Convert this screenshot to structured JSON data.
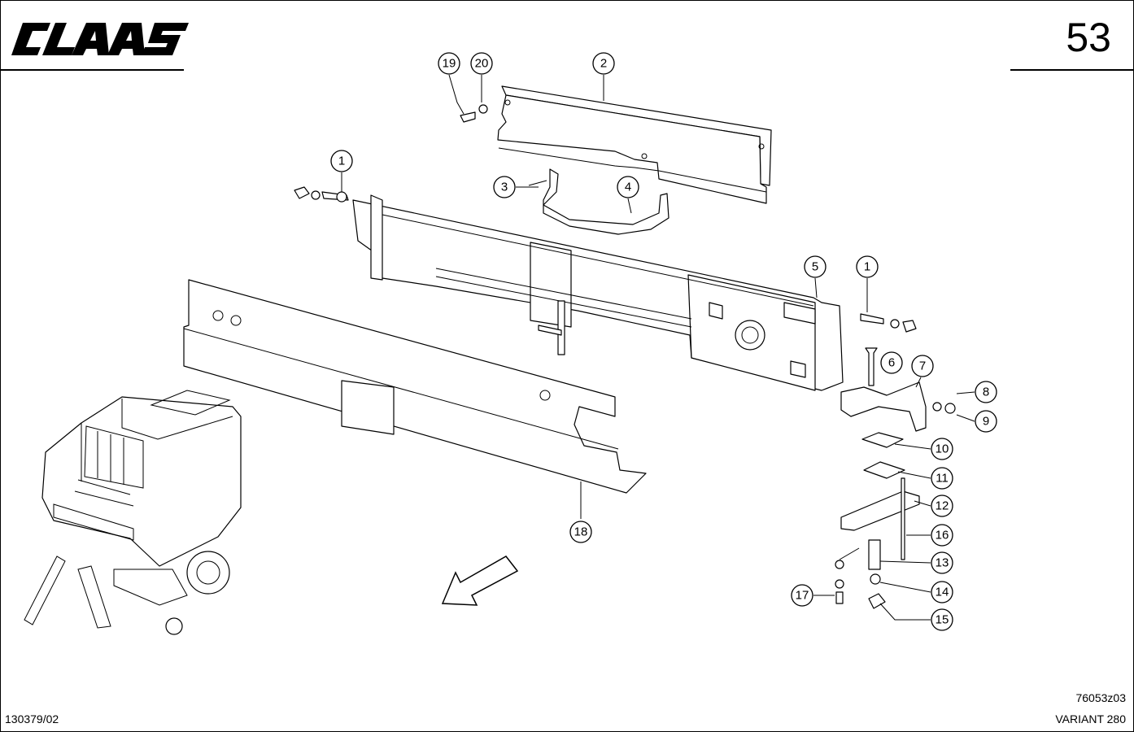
{
  "header": {
    "brand": "CLAAS",
    "page_number": "53"
  },
  "footer": {
    "drawing_ref": "76053z03",
    "doc_number": "130379/02",
    "model": "VARIANT 280"
  },
  "callouts": {
    "c1a": "1",
    "c1b": "1",
    "c2": "2",
    "c3": "3",
    "c4": "4",
    "c5": "5",
    "c6": "6",
    "c7": "7",
    "c8": "8",
    "c9": "9",
    "c10": "10",
    "c11": "11",
    "c12": "12",
    "c13": "13",
    "c14": "14",
    "c15": "15",
    "c16": "16",
    "c17": "17",
    "c18": "18",
    "c19": "19",
    "c20": "20"
  }
}
